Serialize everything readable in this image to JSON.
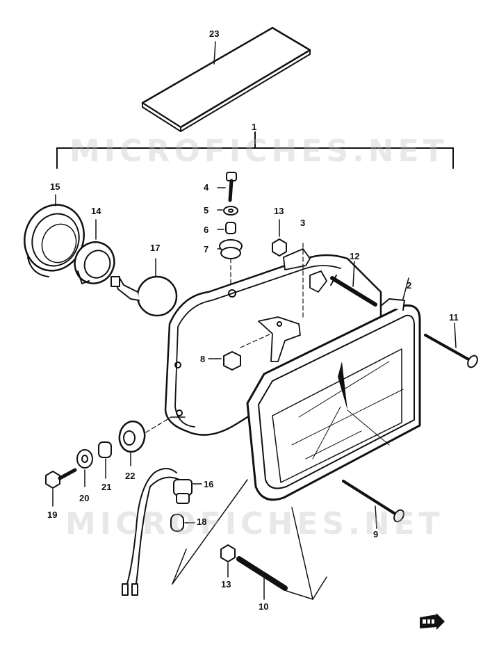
{
  "watermark": {
    "text": "MICROFICHES.NET"
  },
  "callouts": {
    "c23": "23",
    "c1": "1",
    "c15": "15",
    "c14": "14",
    "c4": "4",
    "c5": "5",
    "c6": "6",
    "c7": "7",
    "c13a": "13",
    "c3": "3",
    "c17": "17",
    "c12": "12",
    "c2": "2",
    "c11": "11",
    "c8": "8",
    "c22": "22",
    "c16": "16",
    "c19": "19",
    "c20": "20",
    "c21": "21",
    "c18": "18",
    "c9": "9",
    "c13b": "13",
    "c10": "10"
  },
  "icons": {
    "forward_arrow": "fwd-arrow-icon"
  }
}
